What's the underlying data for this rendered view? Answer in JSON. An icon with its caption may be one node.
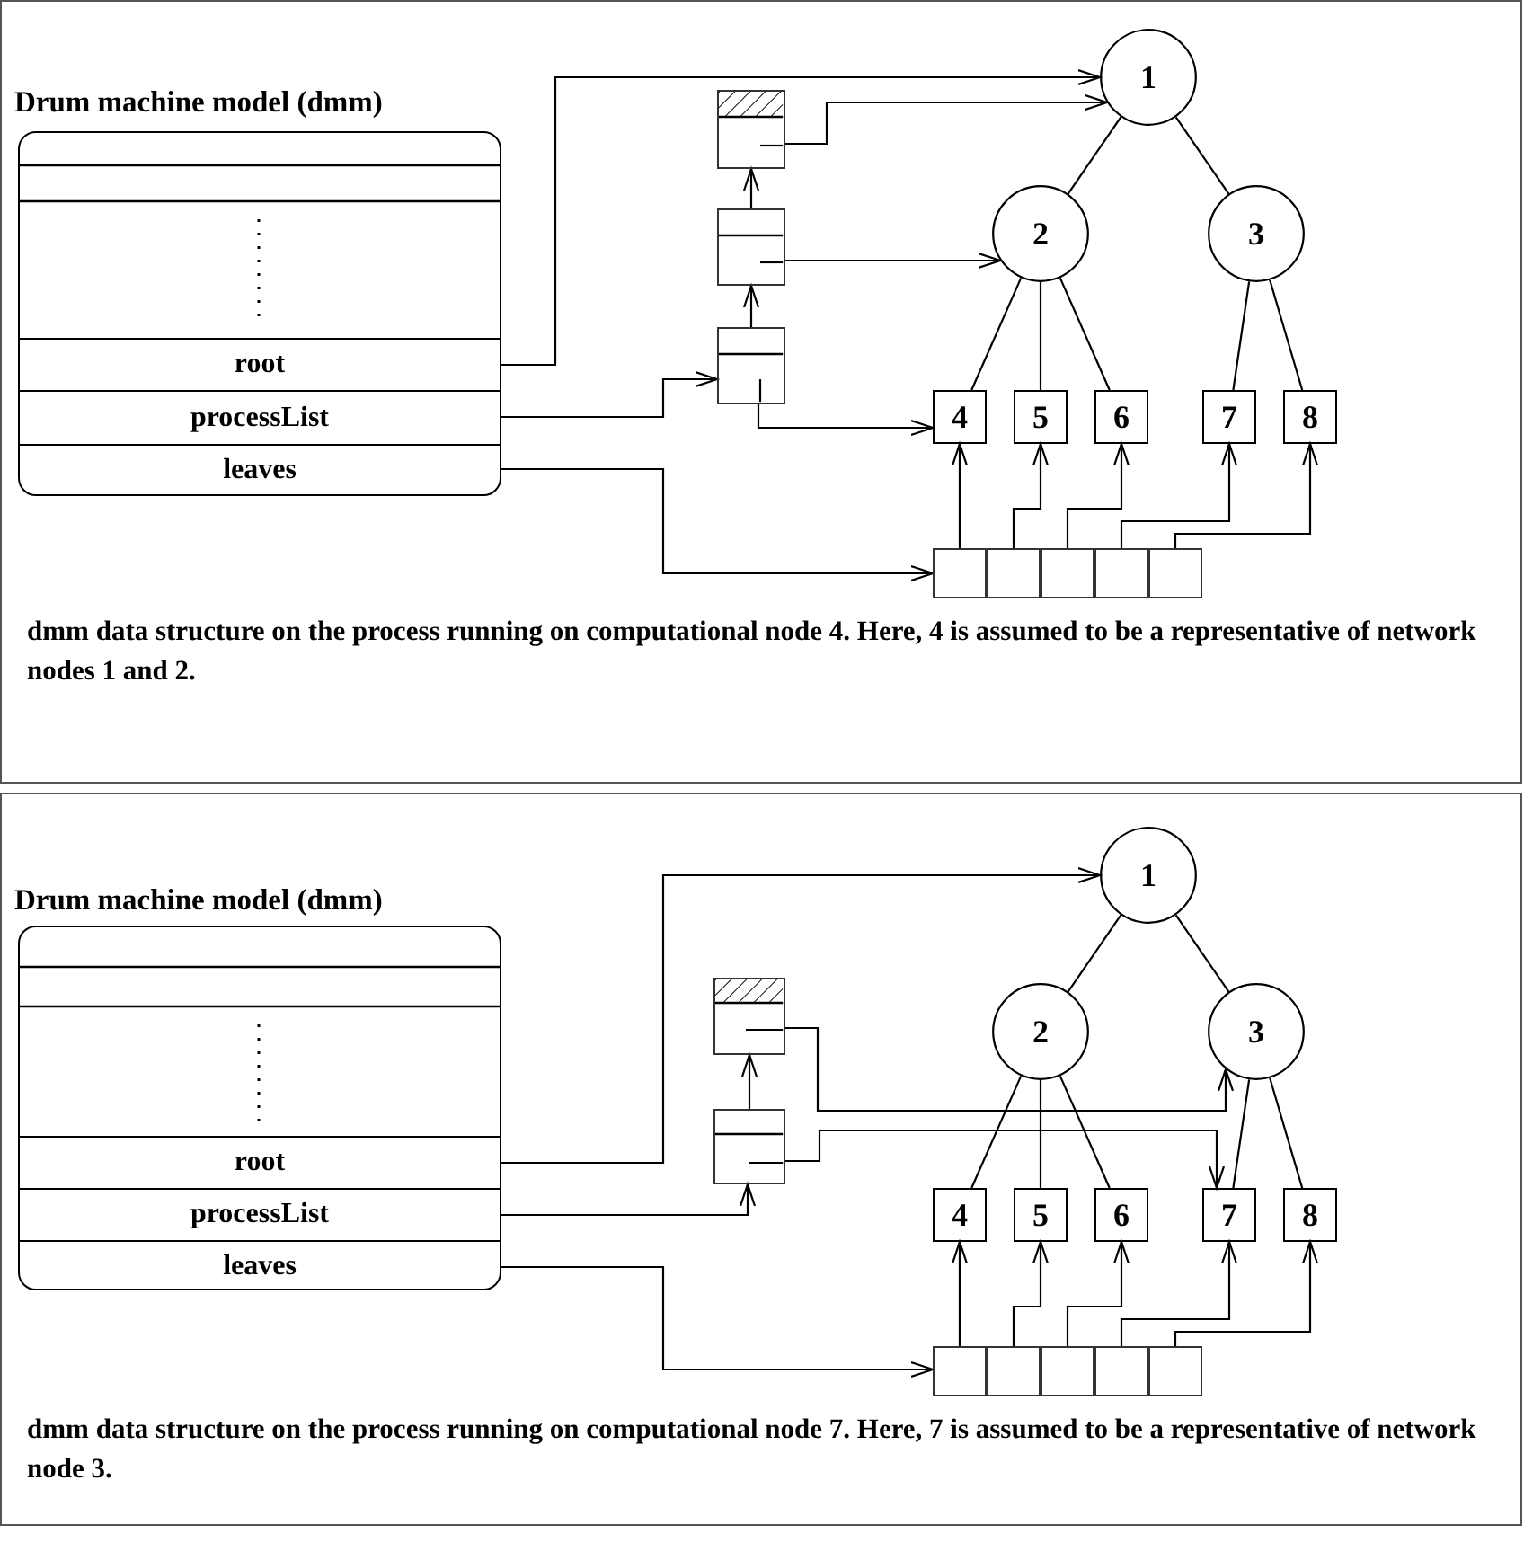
{
  "diagram": {
    "nodes": [
      {
        "text": [
          "dmm data structure on the process running on computational node 4. Here, 4 is assumed to be a representative of network nodes 1 and 2."
        ]
      },
      {
        "text": [
          "Drum machine model (dmm)"
        ],
        "in": 0
      },
      {
        "text": [
          "root"
        ],
        "in": 1
      },
      {
        "text": [
          "processList"
        ],
        "in": 1
      },
      {
        "text": [
          "leaves"
        ],
        "in": 1
      },
      {
        "text": [],
        "shape": "box",
        "in": 0
      },
      {
        "text": [],
        "shape": "box",
        "in": 0
      },
      {
        "text": [],
        "shape": "box",
        "in": 0
      },
      {
        "text": [
          "1"
        ],
        "in": 0
      },
      {
        "text": [
          "2"
        ],
        "in": 0
      },
      {
        "text": [
          "3"
        ],
        "in": 0
      },
      {
        "text": [
          "4"
        ],
        "in": 0
      },
      {
        "text": [
          "5"
        ],
        "in": 0
      },
      {
        "text": [
          "6"
        ],
        "in": 0
      },
      {
        "text": [
          "7"
        ],
        "in": 0
      },
      {
        "text": [
          "8"
        ],
        "in": 0
      },
      {
        "text": [],
        "shape": "box",
        "in": 0
      },
      {
        "text": [],
        "shape": "box",
        "in": 0
      },
      {
        "text": [],
        "shape": "box",
        "in": 0
      },
      {
        "text": [],
        "shape": "box",
        "in": 0
      },
      {
        "text": [],
        "shape": "box",
        "in": 0
      },
      {
        "text": [
          "dmm data structure on the process running on computational node 7. Here, 7 is assumed to be a representative of network node 3."
        ]
      },
      {
        "text": [
          "Drum machine model (dmm)"
        ],
        "in": 21
      },
      {
        "text": [
          "root"
        ],
        "in": 22
      },
      {
        "text": [
          "processList"
        ],
        "in": 22
      },
      {
        "text": [
          "leaves"
        ],
        "in": 22
      },
      {
        "text": [],
        "shape": "box",
        "in": 21
      },
      {
        "text": [],
        "shape": "box",
        "in": 21
      },
      {
        "text": [
          "1"
        ],
        "in": 21
      },
      {
        "text": [
          "2"
        ],
        "in": 21
      },
      {
        "text": [
          "3"
        ],
        "in": 21
      },
      {
        "text": [
          "4"
        ],
        "in": 21
      },
      {
        "text": [
          "5"
        ],
        "in": 21
      },
      {
        "text": [
          "6"
        ],
        "in": 21
      },
      {
        "text": [
          "7"
        ],
        "in": 21
      },
      {
        "text": [
          "8"
        ],
        "in": 21
      },
      {
        "text": [],
        "shape": "box",
        "in": 21
      },
      {
        "text": [],
        "shape": "box",
        "in": 21
      },
      {
        "text": [],
        "shape": "box",
        "in": 21
      },
      {
        "text": [],
        "shape": "box",
        "in": 21
      },
      {
        "text": [],
        "shape": "box",
        "in": 21
      }
    ],
    "edges": [
      {
        "from": 2,
        "to": 8,
        "arrow": "to"
      },
      {
        "from": 5,
        "to": 8,
        "arrow": "to"
      },
      {
        "from": 6,
        "to": 9,
        "arrow": "to"
      },
      {
        "from": 3,
        "to": 7,
        "arrow": "to"
      },
      {
        "from": 7,
        "to": 6,
        "arrow": "to"
      },
      {
        "from": 6,
        "to": 5,
        "arrow": "to"
      },
      {
        "from": 7,
        "to": 11,
        "arrow": "to"
      },
      {
        "from": 4,
        "to": 16,
        "arrow": "to"
      },
      {
        "from": 16,
        "to": 11,
        "arrow": "to"
      },
      {
        "from": 17,
        "to": 12,
        "arrow": "to"
      },
      {
        "from": 18,
        "to": 13,
        "arrow": "to"
      },
      {
        "from": 19,
        "to": 14,
        "arrow": "to"
      },
      {
        "from": 20,
        "to": 15,
        "arrow": "to"
      },
      {
        "from": 8,
        "to": 9,
        "arrow": "none"
      },
      {
        "from": 8,
        "to": 10,
        "arrow": "none"
      },
      {
        "from": 9,
        "to": 11,
        "arrow": "none"
      },
      {
        "from": 9,
        "to": 12,
        "arrow": "none"
      },
      {
        "from": 9,
        "to": 13,
        "arrow": "none"
      },
      {
        "from": 10,
        "to": 14,
        "arrow": "none"
      },
      {
        "from": 10,
        "to": 15,
        "arrow": "none"
      },
      {
        "from": 23,
        "to": 28,
        "arrow": "to"
      },
      {
        "from": 26,
        "to": 30,
        "arrow": "to"
      },
      {
        "from": 24,
        "to": 27,
        "arrow": "to"
      },
      {
        "from": 27,
        "to": 26,
        "arrow": "to"
      },
      {
        "from": 27,
        "to": 34,
        "arrow": "to"
      },
      {
        "from": 25,
        "to": 36,
        "arrow": "to"
      },
      {
        "from": 36,
        "to": 31,
        "arrow": "to"
      },
      {
        "from": 37,
        "to": 32,
        "arrow": "to"
      },
      {
        "from": 38,
        "to": 33,
        "arrow": "to"
      },
      {
        "from": 39,
        "to": 34,
        "arrow": "to"
      },
      {
        "from": 40,
        "to": 35,
        "arrow": "to"
      },
      {
        "from": 28,
        "to": 29,
        "arrow": "none"
      },
      {
        "from": 28,
        "to": 30,
        "arrow": "none"
      },
      {
        "from": 29,
        "to": 31,
        "arrow": "none"
      },
      {
        "from": 29,
        "to": 32,
        "arrow": "none"
      },
      {
        "from": 29,
        "to": 33,
        "arrow": "none"
      },
      {
        "from": 30,
        "to": 34,
        "arrow": "none"
      },
      {
        "from": 30,
        "to": 35,
        "arrow": "none"
      }
    ]
  }
}
